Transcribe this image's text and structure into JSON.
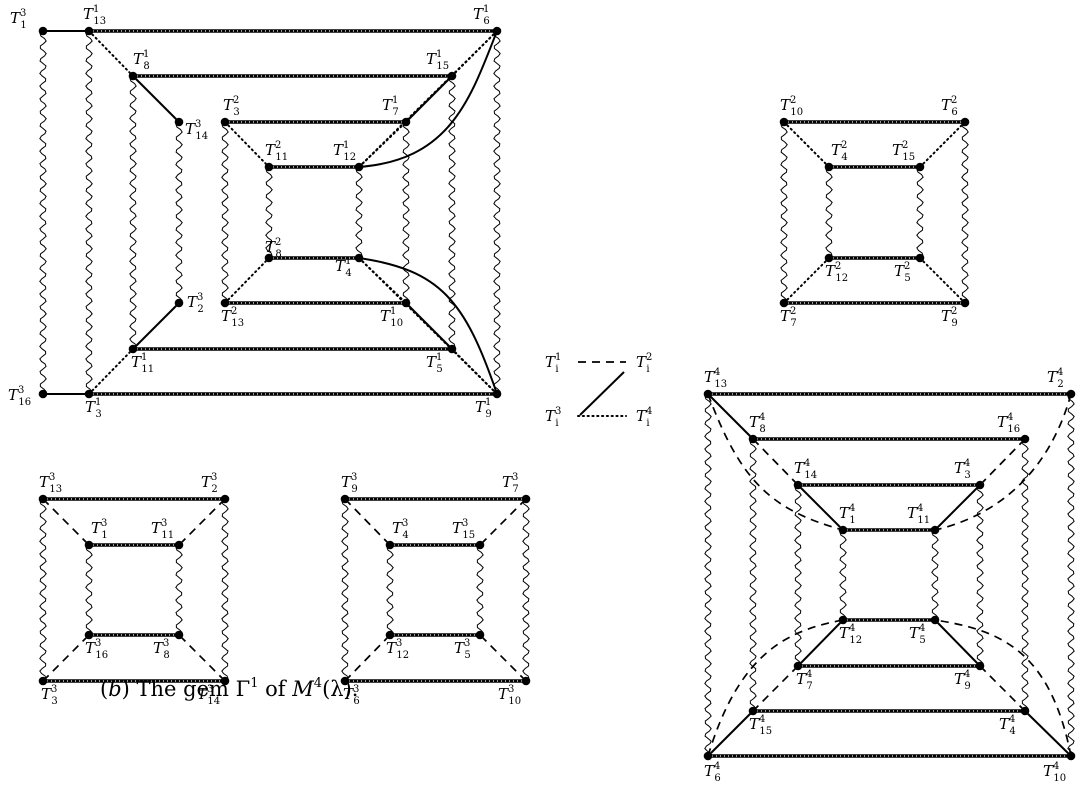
{
  "caption": {
    "prefix": "(",
    "letter": "b",
    "mid": ") The gem Γ",
    "sup": "1",
    "of": " of ",
    "M": "M",
    "msup": "4",
    "tail": "(λ)."
  },
  "legend": {
    "base": "T",
    "sub": "i",
    "top_left_sup": "1",
    "top_right_sup": "2",
    "bottom_left_sup": "3",
    "bottom_right_sup": "4"
  },
  "diagrams": [
    {
      "id": "top-left-large",
      "nodes": [
        {
          "id": "t3_1",
          "b": "T",
          "sub": "1",
          "sup": "3"
        },
        {
          "id": "t1_13",
          "b": "T",
          "sub": "13",
          "sup": "1"
        },
        {
          "id": "t1_6",
          "b": "T",
          "sub": "6",
          "sup": "1"
        },
        {
          "id": "t1_8",
          "b": "T",
          "sub": "8",
          "sup": "1"
        },
        {
          "id": "t1_15",
          "b": "T",
          "sub": "15",
          "sup": "1"
        },
        {
          "id": "t3_14",
          "b": "T",
          "sub": "14",
          "sup": "3"
        },
        {
          "id": "t2_3",
          "b": "T",
          "sub": "3",
          "sup": "2"
        },
        {
          "id": "t1_7",
          "b": "T",
          "sub": "7",
          "sup": "1"
        },
        {
          "id": "t2_11",
          "b": "T",
          "sub": "11",
          "sup": "2"
        },
        {
          "id": "t1_12",
          "b": "T",
          "sub": "12",
          "sup": "1"
        },
        {
          "id": "t2_8",
          "b": "T",
          "sub": "8",
          "sup": "2"
        },
        {
          "id": "t1_4",
          "b": "T",
          "sub": "4",
          "sup": "1"
        },
        {
          "id": "t3_2",
          "b": "T",
          "sub": "2",
          "sup": "3"
        },
        {
          "id": "t2_13",
          "b": "T",
          "sub": "13",
          "sup": "2"
        },
        {
          "id": "t1_10",
          "b": "T",
          "sub": "10",
          "sup": "1"
        },
        {
          "id": "t1_11",
          "b": "T",
          "sub": "11",
          "sup": "1"
        },
        {
          "id": "t1_5",
          "b": "T",
          "sub": "5",
          "sup": "1"
        },
        {
          "id": "t3_16",
          "b": "T",
          "sub": "16",
          "sup": "3"
        },
        {
          "id": "t1_3",
          "b": "T",
          "sub": "3",
          "sup": "1"
        },
        {
          "id": "t1_9",
          "b": "T",
          "sub": "9",
          "sup": "1"
        }
      ]
    },
    {
      "id": "top-right-small",
      "nodes": [
        {
          "id": "t2_10",
          "b": "T",
          "sub": "10",
          "sup": "2"
        },
        {
          "id": "t2_6",
          "b": "T",
          "sub": "6",
          "sup": "2"
        },
        {
          "id": "t2_4",
          "b": "T",
          "sub": "4",
          "sup": "2"
        },
        {
          "id": "t2_15",
          "b": "T",
          "sub": "15",
          "sup": "2"
        },
        {
          "id": "t2_12",
          "b": "T",
          "sub": "12",
          "sup": "2"
        },
        {
          "id": "t2_5",
          "b": "T",
          "sub": "5",
          "sup": "2"
        },
        {
          "id": "t2_7",
          "b": "T",
          "sub": "7",
          "sup": "2"
        },
        {
          "id": "t2_9",
          "b": "T",
          "sub": "9",
          "sup": "2"
        }
      ]
    },
    {
      "id": "bottom-left-a",
      "nodes": [
        {
          "id": "a13",
          "b": "T",
          "sub": "13",
          "sup": "3"
        },
        {
          "id": "a2",
          "b": "T",
          "sub": "2",
          "sup": "3"
        },
        {
          "id": "a1",
          "b": "T",
          "sub": "1",
          "sup": "3"
        },
        {
          "id": "a11",
          "b": "T",
          "sub": "11",
          "sup": "3"
        },
        {
          "id": "a16",
          "b": "T",
          "sub": "16",
          "sup": "3"
        },
        {
          "id": "a8",
          "b": "T",
          "sub": "8",
          "sup": "3"
        },
        {
          "id": "a3",
          "b": "T",
          "sub": "3",
          "sup": "3"
        },
        {
          "id": "a14",
          "b": "T",
          "sub": "14",
          "sup": "3"
        }
      ]
    },
    {
      "id": "bottom-left-b",
      "nodes": [
        {
          "id": "b9",
          "b": "T",
          "sub": "9",
          "sup": "3"
        },
        {
          "id": "b7",
          "b": "T",
          "sub": "7",
          "sup": "3"
        },
        {
          "id": "b4",
          "b": "T",
          "sub": "4",
          "sup": "3"
        },
        {
          "id": "b15",
          "b": "T",
          "sub": "15",
          "sup": "3"
        },
        {
          "id": "b12",
          "b": "T",
          "sub": "12",
          "sup": "3"
        },
        {
          "id": "b5",
          "b": "T",
          "sub": "5",
          "sup": "3"
        },
        {
          "id": "b6",
          "b": "T",
          "sub": "6",
          "sup": "3"
        },
        {
          "id": "b10",
          "b": "T",
          "sub": "10",
          "sup": "3"
        }
      ]
    },
    {
      "id": "bottom-right-large",
      "nodes": [
        {
          "id": "c13",
          "b": "T",
          "sub": "13",
          "sup": "4"
        },
        {
          "id": "c2",
          "b": "T",
          "sub": "2",
          "sup": "4"
        },
        {
          "id": "c8",
          "b": "T",
          "sub": "8",
          "sup": "4"
        },
        {
          "id": "c16",
          "b": "T",
          "sub": "16",
          "sup": "4"
        },
        {
          "id": "c14",
          "b": "T",
          "sub": "14",
          "sup": "4"
        },
        {
          "id": "c3",
          "b": "T",
          "sub": "3",
          "sup": "4"
        },
        {
          "id": "c1",
          "b": "T",
          "sub": "1",
          "sup": "4"
        },
        {
          "id": "c11",
          "b": "T",
          "sub": "11",
          "sup": "4"
        },
        {
          "id": "c12",
          "b": "T",
          "sub": "12",
          "sup": "4"
        },
        {
          "id": "c5",
          "b": "T",
          "sub": "5",
          "sup": "4"
        },
        {
          "id": "c7",
          "b": "T",
          "sub": "7",
          "sup": "4"
        },
        {
          "id": "c9",
          "b": "T",
          "sub": "9",
          "sup": "4"
        },
        {
          "id": "c15",
          "b": "T",
          "sub": "15",
          "sup": "4"
        },
        {
          "id": "c4",
          "b": "T",
          "sub": "4",
          "sup": "4"
        },
        {
          "id": "c6",
          "b": "T",
          "sub": "6",
          "sup": "4"
        },
        {
          "id": "c10",
          "b": "T",
          "sub": "10",
          "sup": "4"
        }
      ]
    }
  ]
}
